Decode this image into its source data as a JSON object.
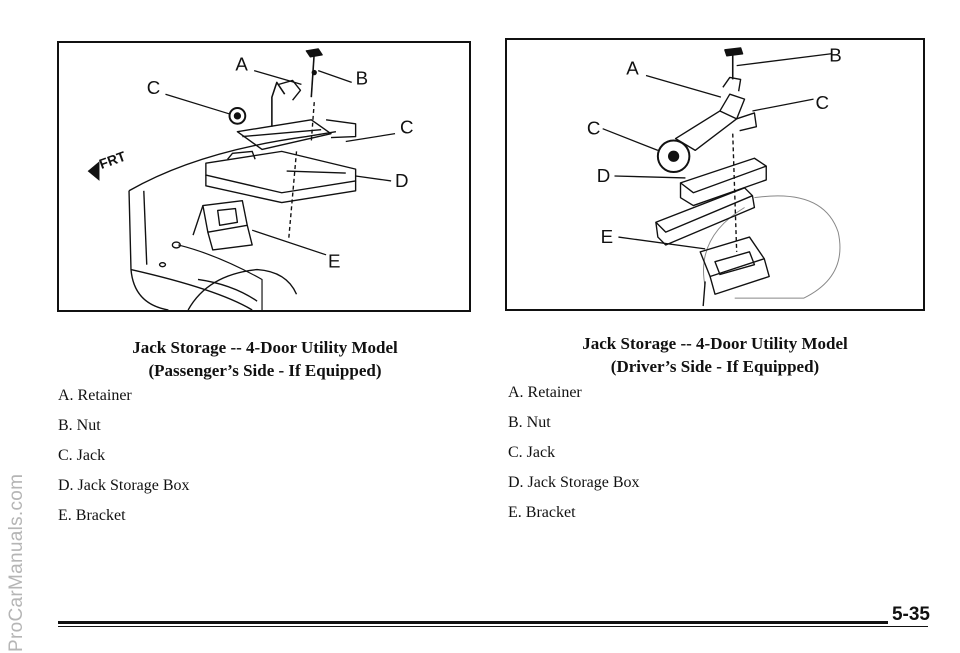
{
  "watermark": "ProCarManuals.com",
  "figures": {
    "left": {
      "callouts": {
        "a": "A",
        "b": "B",
        "c1": "C",
        "c2": "C",
        "d": "D",
        "e": "E"
      },
      "frt_label": "FRT"
    },
    "right": {
      "callouts": {
        "a": "A",
        "b": "B",
        "c1": "C",
        "c2": "C",
        "d": "D",
        "e": "E"
      }
    }
  },
  "captions": {
    "left": {
      "line1": "Jack Storage -- 4-Door Utility Model",
      "line2": "(Passenger’s Side - If Equipped)"
    },
    "right": {
      "line1": "Jack Storage -- 4-Door Utility Model",
      "line2": "(Driver’s Side - If Equipped)"
    }
  },
  "legend": {
    "left": [
      "A. Retainer",
      "B. Nut",
      "C. Jack",
      "D. Jack Storage Box",
      "E. Bracket"
    ],
    "right": [
      "A. Retainer",
      "B. Nut",
      "C. Jack",
      "D. Jack Storage Box",
      "E. Bracket"
    ]
  },
  "footer": {
    "page_number": "5-35"
  }
}
